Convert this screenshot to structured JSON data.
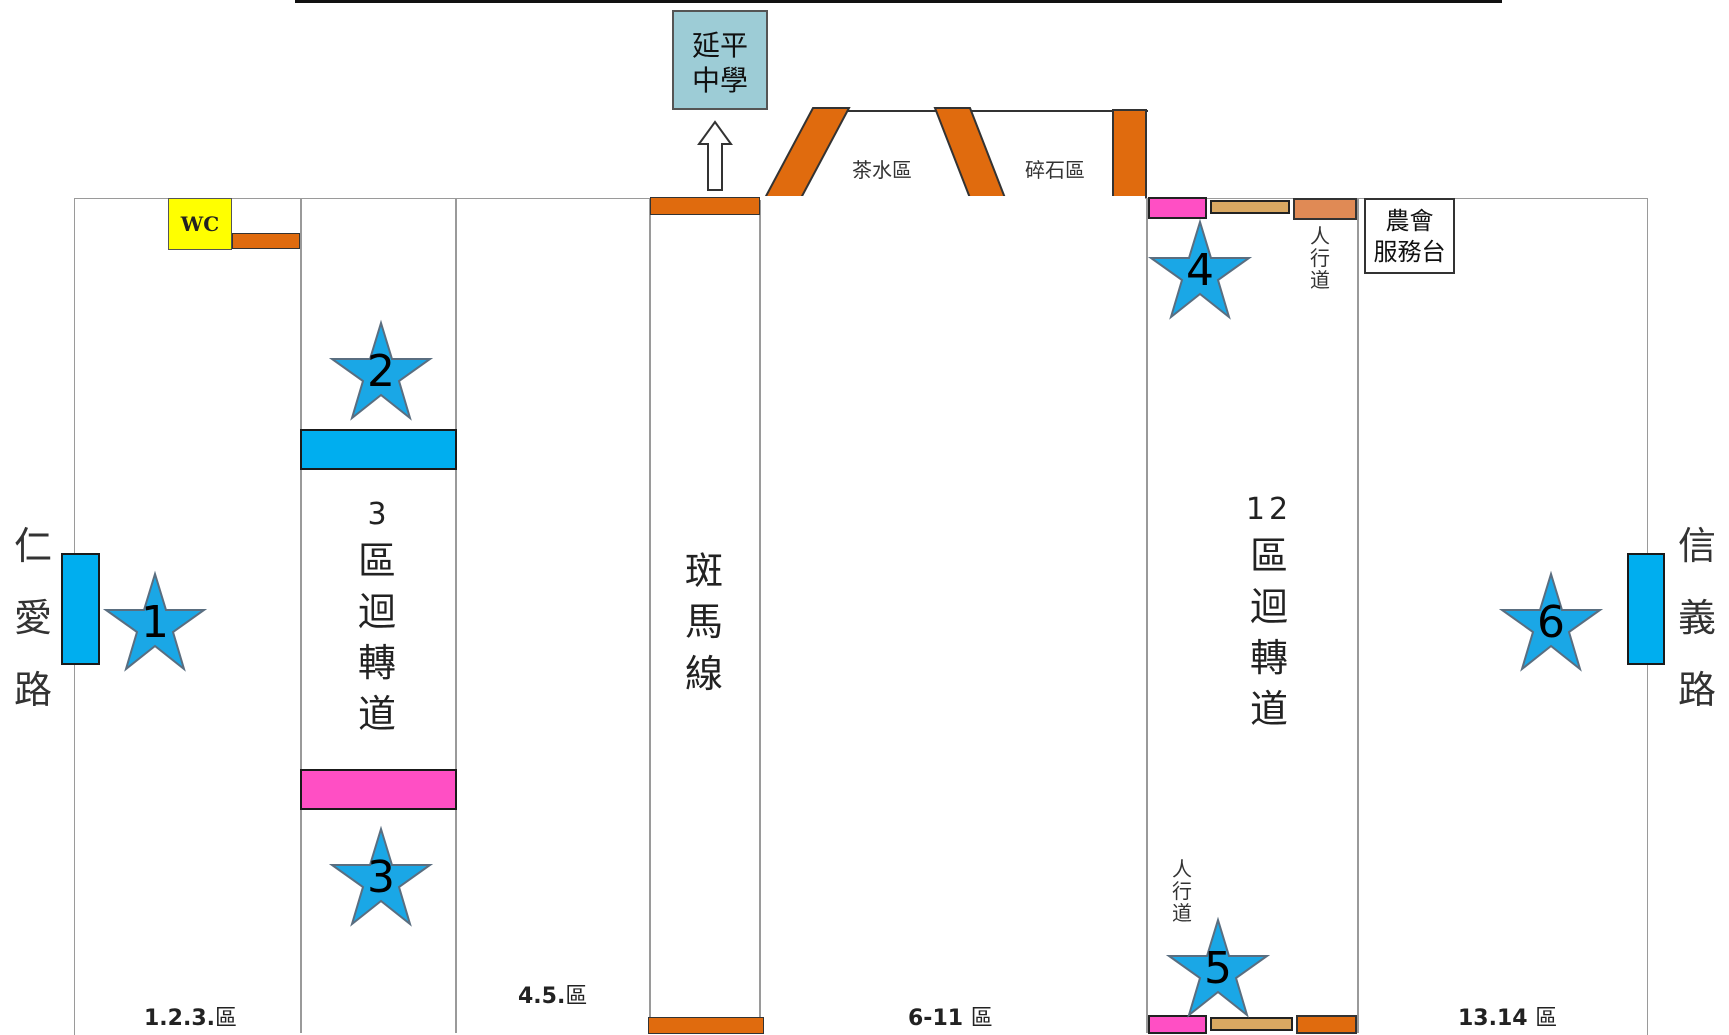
{
  "school": {
    "line1": "延平",
    "line2": "中學"
  },
  "tea_area": "茶水區",
  "gravel_area": "碎石區",
  "wc": "WC",
  "farmers_desk": {
    "line1": "農會",
    "line2": "服務台"
  },
  "sidewalk_right_top": [
    "人",
    "行",
    "道"
  ],
  "sidewalk_lower": [
    "人",
    "行",
    "道"
  ],
  "road_left": [
    "仁",
    "愛",
    "路"
  ],
  "road_right": [
    "信",
    "義",
    "路"
  ],
  "uturn3": [
    "3",
    "區",
    "迴",
    "轉",
    "道"
  ],
  "uturn12": [
    "12",
    "區",
    "迴",
    "轉",
    "道"
  ],
  "crosswalk": [
    "斑",
    "馬",
    "線"
  ],
  "zones": {
    "z123": {
      "num": "1.2.3.",
      "suffix": "區"
    },
    "z45": {
      "num": "4.5.",
      "suffix": "區"
    },
    "z611": {
      "num": "6-11 ",
      "suffix": "區"
    },
    "z1314": {
      "num": "13.14 ",
      "suffix": "區"
    }
  },
  "stars": [
    "1",
    "2",
    "3",
    "4",
    "5",
    "6"
  ],
  "colors": {
    "star": "#1aa7e6",
    "blue_bar": "#00aeef",
    "pink_bar": "#ff4fc4",
    "orange_bar": "#e06b0e",
    "school_box": "#9dccd6",
    "wc_box": "#ffff00"
  }
}
